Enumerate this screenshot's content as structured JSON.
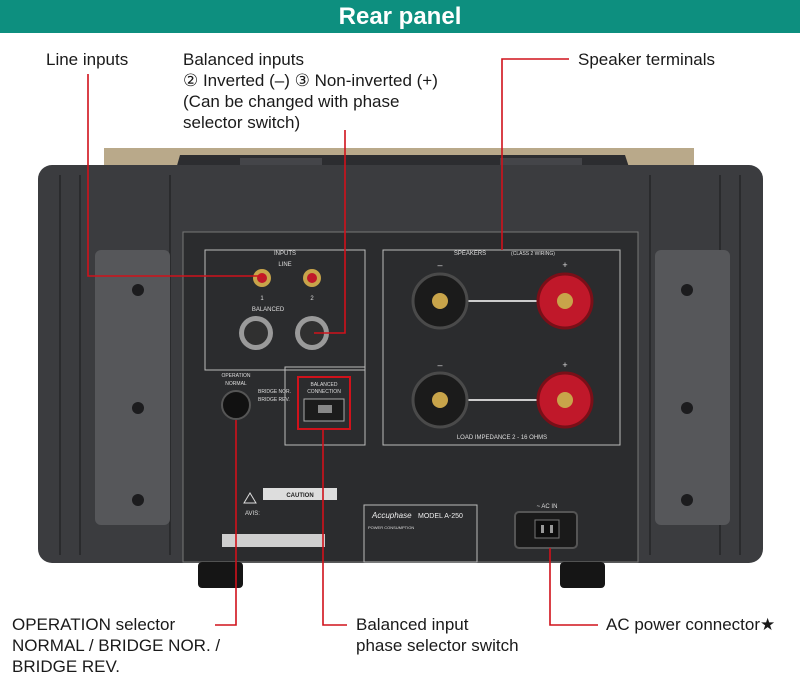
{
  "header": {
    "title": "Rear panel"
  },
  "labels": {
    "line_inputs": "Line inputs",
    "balanced_inputs": {
      "line1": "Balanced inputs",
      "line2": "② Inverted (–)   ③ Non-inverted (+)",
      "line3": "(Can be changed with phase",
      "line4": "selector switch)"
    },
    "speaker_terminals": "Speaker terminals",
    "operation_selector": {
      "line1": "OPERATION selector",
      "line2": "NORMAL / BRIDGE NOR. /",
      "line3": "BRIDGE REV."
    },
    "phase_switch": {
      "line1": "Balanced input",
      "line2": "phase selector switch"
    },
    "ac_connector": "AC power connector★"
  },
  "panel": {
    "inputs": "INPUTS",
    "line": "LINE",
    "balanced": "BALANCED",
    "jack1": "1",
    "jack2": "2",
    "speakers": "SPEAKERS",
    "speakers_note": "(CLASS 2 WIRING)",
    "load_impedance": "LOAD IMPEDANCE 2 - 16 OHMS",
    "operation": "OPERATION",
    "normal": "NORMAL",
    "bridge_nor": "BRIDGE NOR.",
    "bridge_rev": "BRIDGE REV.",
    "balanced_connection_1": "BALANCED",
    "balanced_connection_2": "CONNECTION",
    "caution": "CAUTION",
    "avis": "AVIS:",
    "brand": "Accuphase",
    "model": "MODEL A-250",
    "power_consumption": "POWER CONSUMPTION",
    "ac_in": "~ AC IN",
    "minus": "–",
    "plus": "+"
  },
  "colors": {
    "header_bg": "#0d8f7f",
    "leader": "#d0121b",
    "chassis": "#3a3b3d",
    "panel": "#2a2b2d",
    "terminal_red": "#c0182a"
  }
}
